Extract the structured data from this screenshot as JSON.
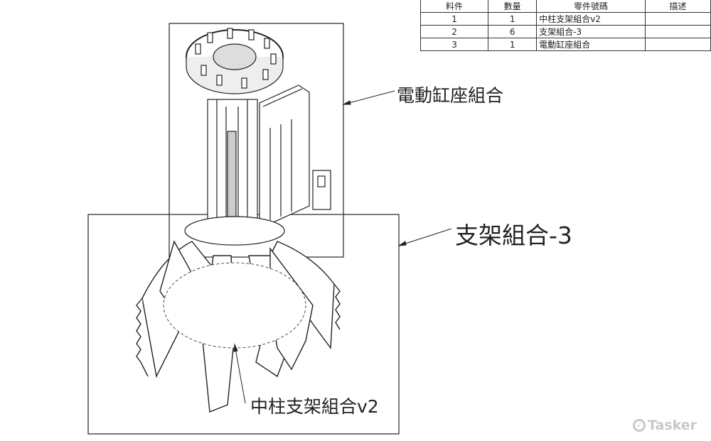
{
  "bom_table": {
    "headers": [
      "料件",
      "數量",
      "零件號碼",
      "描述"
    ],
    "rows": [
      {
        "item": "1",
        "qty": "1",
        "part": "中柱支架組合v2",
        "desc": ""
      },
      {
        "item": "2",
        "qty": "6",
        "part": "支架組合-3",
        "desc": ""
      },
      {
        "item": "3",
        "qty": "1",
        "part": "電動缸座組合",
        "desc": ""
      }
    ]
  },
  "callouts": {
    "cylinder_seat": "電動缸座組合",
    "bracket": "支架組合-3",
    "center_column": "中柱支架組合v2"
  },
  "watermark": "Tasker"
}
